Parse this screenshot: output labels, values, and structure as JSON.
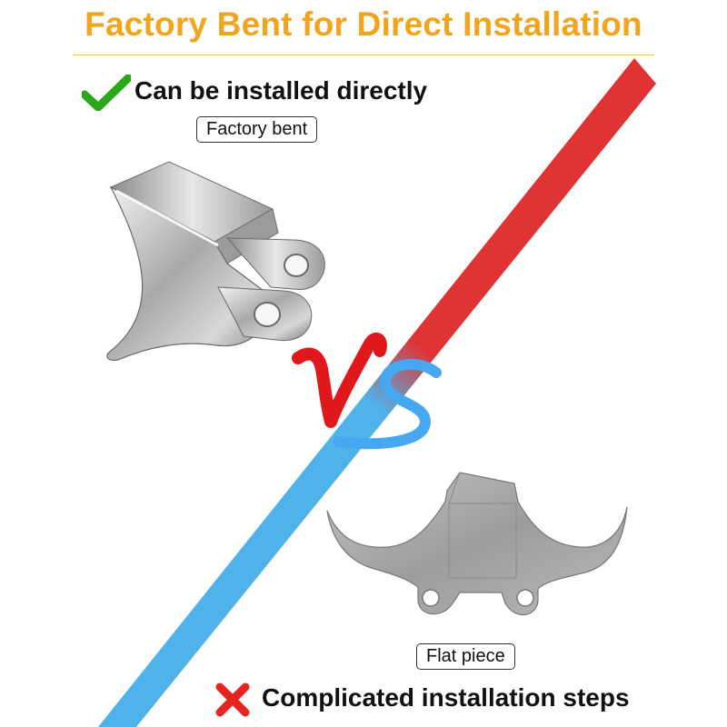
{
  "title": "Factory Bent for Direct Installation",
  "top_side": {
    "headline": "Can be installed directly",
    "tag": "Factory bent",
    "icon": "check-icon",
    "icon_color": "#2aa81a"
  },
  "bottom_side": {
    "headline": "Complicated installation steps",
    "tag": "Flat piece",
    "icon": "cross-icon",
    "icon_color": "#e3241f"
  },
  "vs_text": "VS",
  "colors": {
    "title": "#f2a51c",
    "stripe_red": "#e03434",
    "stripe_blue": "#4fb3ea",
    "vs_red": "#e0181c",
    "vs_blue": "#45a8f0"
  }
}
